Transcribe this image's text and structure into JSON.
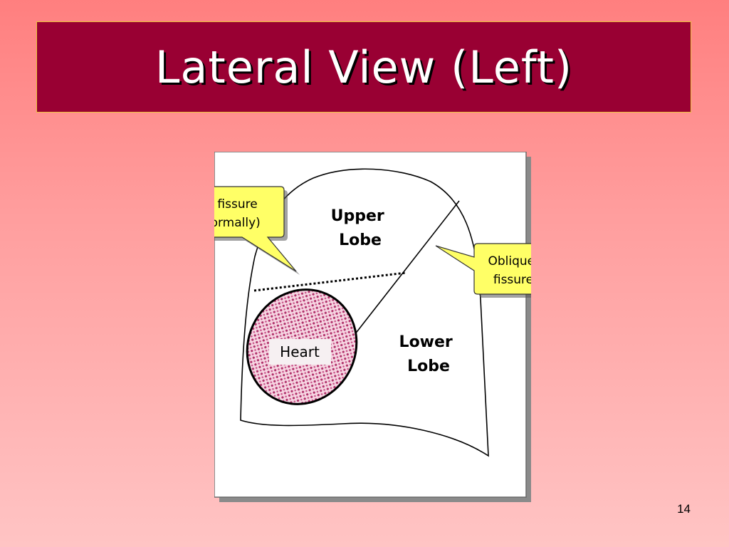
{
  "slide": {
    "title": "Lateral View (Left)",
    "page_number": "14"
  },
  "diagram": {
    "callout_left": {
      "line1": "No fissure",
      "line2": "(normally)"
    },
    "callout_right": {
      "line1": "Oblique",
      "line2": "fissure"
    },
    "upper_lobe": {
      "line1": "Upper",
      "line2": "Lobe"
    },
    "lower_lobe": {
      "line1": "Lower",
      "line2": "Lobe"
    },
    "heart_label": "Heart"
  },
  "colors": {
    "title_background": "#990033",
    "title_border": "#e8c23a",
    "callout_fill": "#ffff66",
    "heart_pattern": "#b0306a",
    "background_top": "#ff7f7f",
    "background_bottom": "#ffc4c4"
  }
}
